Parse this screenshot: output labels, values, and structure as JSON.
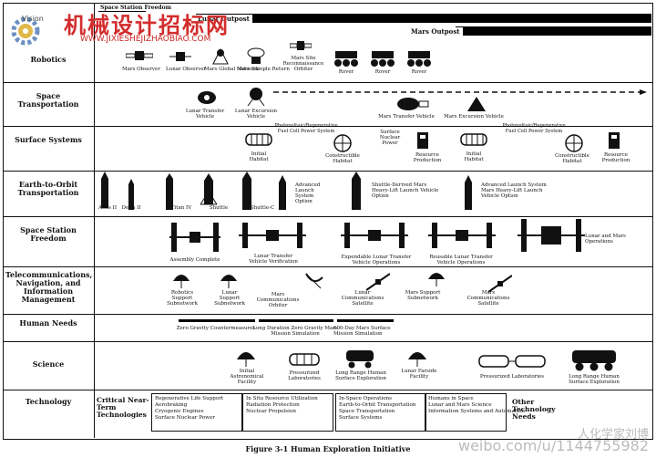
{
  "colors": {
    "ink": "#111111",
    "watermark_red": "#d32c2c",
    "watermark_gray": "#bbbbbb",
    "gear": "#6b8fc2"
  },
  "watermark": {
    "site_cn": "机械设计招标网",
    "site_url": "WWW.JIXIESHEJIZHAOBIAO.COM",
    "logo_text": "Vision",
    "weibo_name": "人化学家刘博",
    "weibo_url": "weibo.com/u/1144755982"
  },
  "caption": "Figure 3-1  Human Exploration Initiative",
  "timeline": {
    "bar1": "Space Station Freedom",
    "bar2": "Lunar Outpost",
    "bar3": "Mars Outpost"
  },
  "rows": [
    {
      "label": "Robotics"
    },
    {
      "label": "Space Transportation"
    },
    {
      "label": "Surface Systems"
    },
    {
      "label": "Earth-to-Orbit Transportation"
    },
    {
      "label": "Space Station Freedom"
    },
    {
      "label": "Telecommunications, Navigation, and Information Management"
    },
    {
      "label": "Human Needs"
    },
    {
      "label": "Science"
    },
    {
      "label": "Technology"
    }
  ],
  "robotics": [
    "Mars Observer",
    "Lunar Observer",
    "Mars Global Network",
    "Mars Sample Return",
    "Mars Site Reconnaissance Orbiter",
    "Rover",
    "Rover",
    "Rover"
  ],
  "transport": [
    "Lunar Transfer Vehicle",
    "Lunar Excursion Vehicle",
    "Mars Transfer Vehicle",
    "Mars Excursion Vehicle"
  ],
  "surface": [
    "Photovoltaic/Regenerative Fuel Cell Power System",
    "Initial Habitat",
    "Constructible Habitat",
    "Surface Nuclear Power",
    "Resource Production",
    "Initial Habitat",
    "Photovoltaic/Regenerative Fuel Cell Power System",
    "Constructible Habitat",
    "Resource Production"
  ],
  "eto": [
    "Atlas II",
    "Delta II",
    "Titan IV",
    "Shuttle",
    "Shuttle-C",
    "Advanced Launch System Option",
    "Shuttle-Derived Mars Heavy-Lift Launch Vehicle Option",
    "Advanced Launch System Mars Heavy-Lift Launch Vehicle Option"
  ],
  "ssf": [
    "Assembly Complete",
    "Lunar Transfer Vehicle Verification",
    "Expendable Lunar Transfer Vehicle Operations",
    "Reusable Lunar Transfer Vehicle Operations",
    "Lunar and Mars Operations"
  ],
  "tnim": [
    "Robotics Support Subnetwork",
    "Lunar Support Subnetwork",
    "Mars Communications Orbiter",
    "Lunar Communications Satellite",
    "Mars Support Subnetwork",
    "Mars Communications Satellite"
  ],
  "human": [
    "Zero Gravity Countermeasures",
    "Long Duration Zero Gravity Mars Mission Simulation",
    "600-Day Mars Surface Mission Simulation"
  ],
  "science": [
    "Initial Astronomical Facility",
    "Pressurized Laboratories",
    "Long Range Human Surface Exploration",
    "Lunar Farside Facility",
    "Pressurized Laboratories",
    "Long Range Human Surface Exploration"
  ],
  "technology": {
    "left_label": "Critical Near-Term Technologies",
    "right_label": "Other Technology Needs",
    "box1": [
      "Regenerative Life Support",
      "Aerobraking",
      "Cryogenic Engines",
      "Surface Nuclear Power"
    ],
    "box2": [
      "In Situ Resource Utilization",
      "Radiation Protection",
      "Nuclear Propulsion"
    ],
    "box3": [
      "In-Space Operations",
      "Earth-to-Orbit Transportation",
      "Space Transportation",
      "Surface Systems"
    ],
    "box4": [
      "Humans in Space",
      "Lunar and Mars Science",
      "Information Systems and Automation"
    ]
  }
}
